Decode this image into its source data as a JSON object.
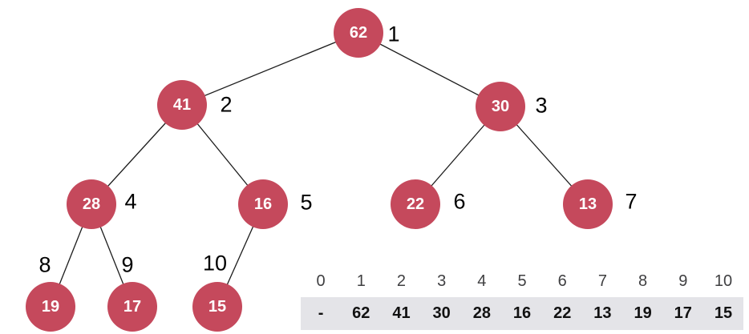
{
  "diagram_title": "max-heap-with-array-representation",
  "tree": {
    "nodes": [
      {
        "value": "62",
        "index": "1"
      },
      {
        "value": "41",
        "index": "2"
      },
      {
        "value": "30",
        "index": "3"
      },
      {
        "value": "28",
        "index": "4"
      },
      {
        "value": "16",
        "index": "5"
      },
      {
        "value": "22",
        "index": "6"
      },
      {
        "value": "13",
        "index": "7"
      },
      {
        "value": "19",
        "index": "8"
      },
      {
        "value": "17",
        "index": "9"
      },
      {
        "value": "15",
        "index": "10"
      }
    ]
  },
  "array": {
    "indices": [
      "0",
      "1",
      "2",
      "3",
      "4",
      "5",
      "6",
      "7",
      "8",
      "9",
      "10"
    ],
    "values": [
      "-",
      "62",
      "41",
      "30",
      "28",
      "16",
      "22",
      "13",
      "19",
      "17",
      "15"
    ]
  },
  "colors": {
    "background": "#ffffff",
    "node_fill": "#c5495c",
    "node_text": "#ffffff",
    "edge": "#1c1c1c",
    "index_label": "#000000",
    "array_header_text": "#3f3f41",
    "array_value_text": "#111111",
    "array_band_bg": "#e4e4e8"
  }
}
